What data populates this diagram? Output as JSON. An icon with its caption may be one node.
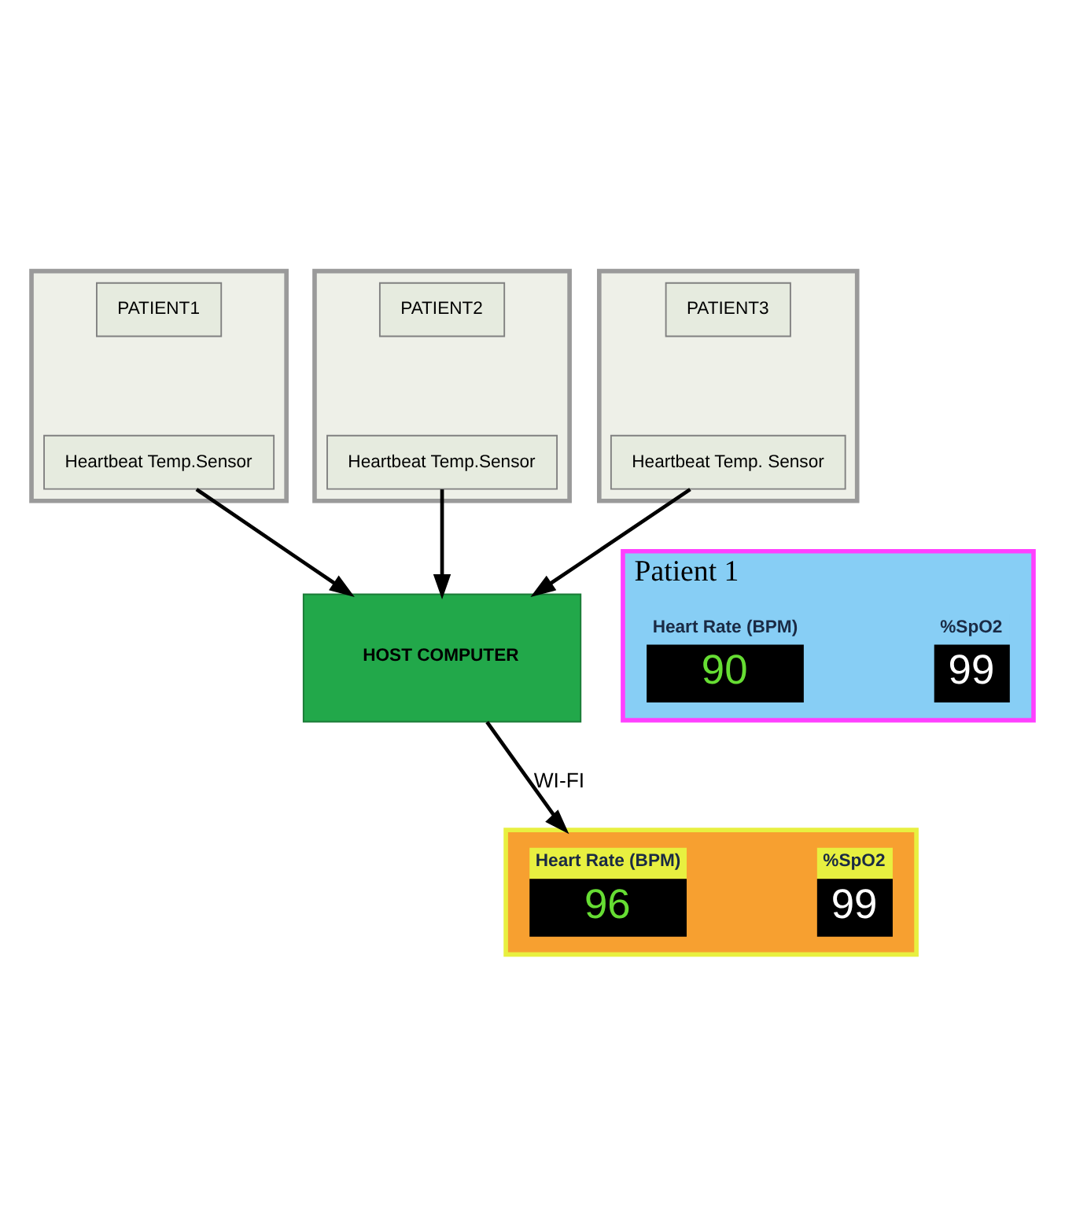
{
  "diagram": {
    "nodes": [
      {
        "text": [],
        "shape": "box"
      },
      {
        "text": [
          "PATIENT1"
        ],
        "in": 0
      },
      {
        "text": [
          "Heartbeat Temp.Sensor"
        ],
        "in": 0
      },
      {
        "text": [],
        "shape": "box"
      },
      {
        "text": [
          "PATIENT2"
        ],
        "in": 3
      },
      {
        "text": [
          "Heartbeat Temp.Sensor"
        ],
        "in": 3
      },
      {
        "text": [],
        "shape": "box"
      },
      {
        "text": [
          "PATIENT3"
        ],
        "in": 6
      },
      {
        "text": [
          "Heartbeat Temp. Sensor"
        ],
        "in": 6
      },
      {
        "text": [
          "HOST COMPUTER"
        ]
      },
      {
        "text": [
          "Patient 1"
        ]
      },
      {
        "text": [
          "Heart Rate (BPM)",
          "90"
        ],
        "in": 10
      },
      {
        "text": [
          "%SpO2",
          "99"
        ],
        "in": 10
      },
      {
        "text": [],
        "shape": "box"
      },
      {
        "text": [
          "Heart Rate (BPM)",
          "96"
        ],
        "in": 13
      },
      {
        "text": [
          "%SpO2",
          "99"
        ],
        "in": 13
      }
    ],
    "edges": [
      {
        "from": 2,
        "to": 9,
        "arrow": "to"
      },
      {
        "from": 5,
        "to": 9,
        "arrow": "to"
      },
      {
        "from": 8,
        "to": 9,
        "arrow": "to"
      },
      {
        "from": 9,
        "to": 13,
        "arrow": "to",
        "label": "WI-FI"
      }
    ]
  }
}
